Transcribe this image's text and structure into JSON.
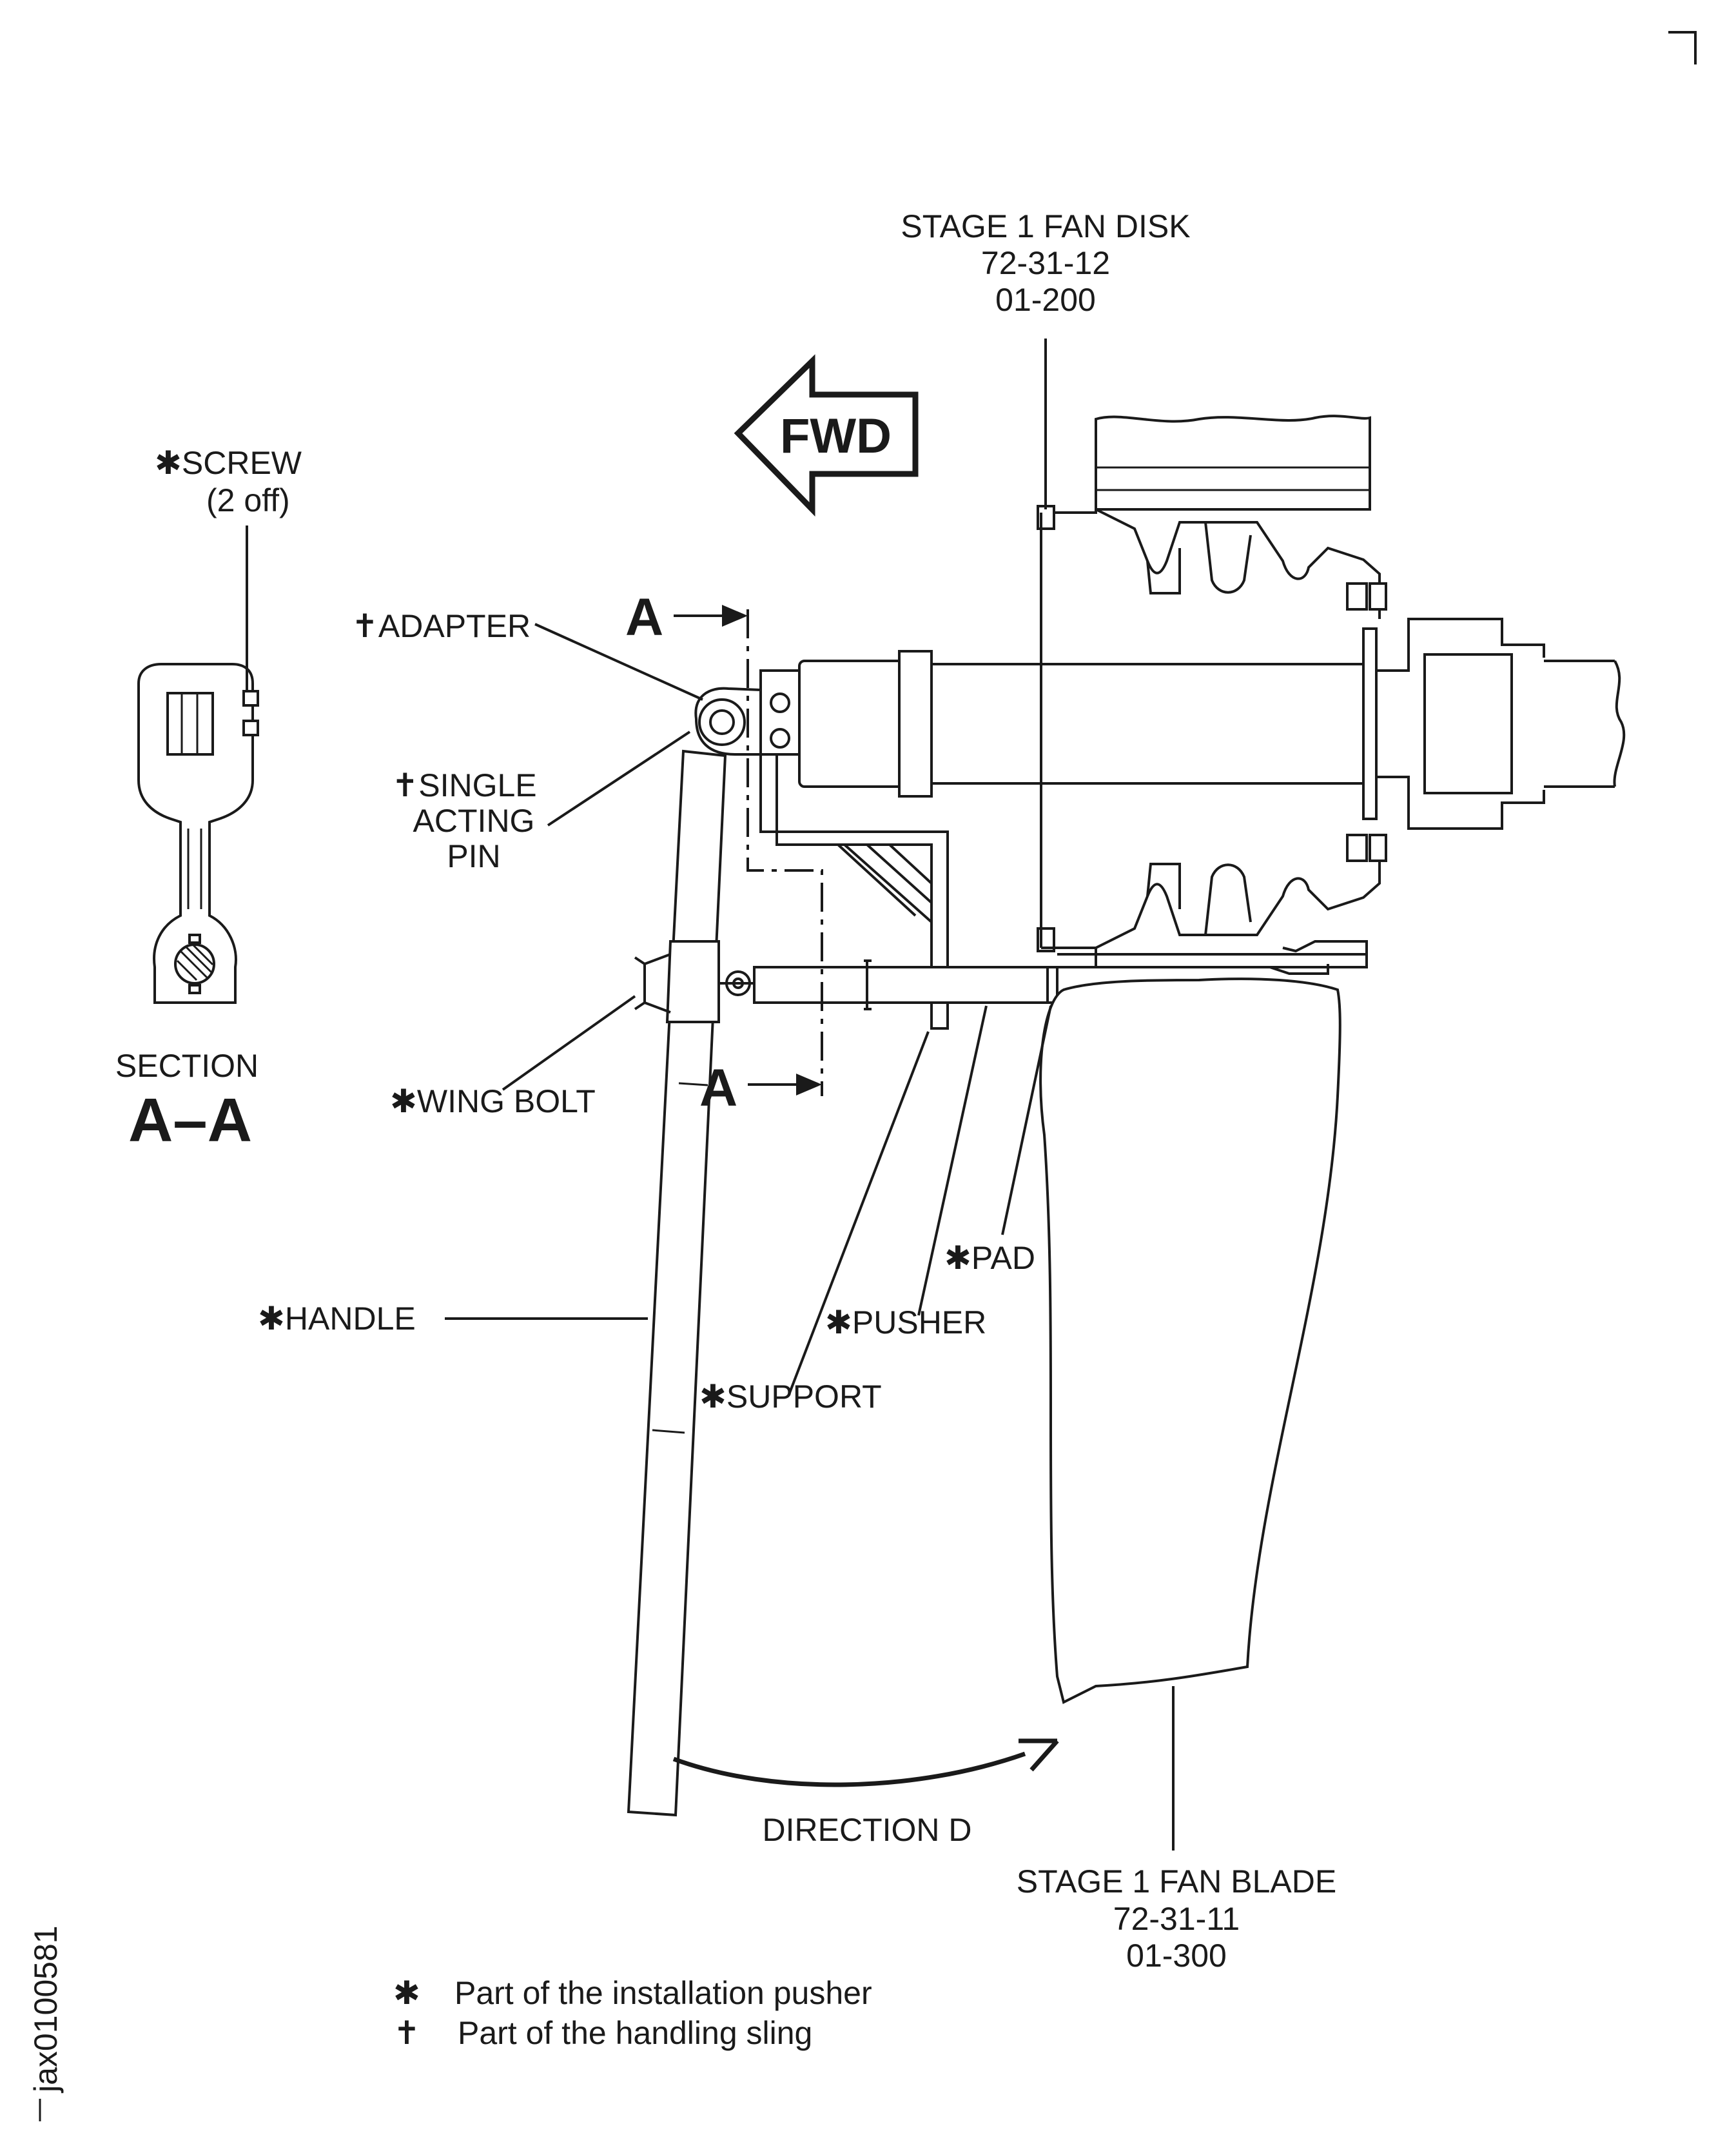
{
  "labels": {
    "fan_disk": [
      "STAGE 1 FAN DISK",
      "72-31-12",
      "01-200"
    ],
    "fan_blade": [
      "STAGE 1 FAN BLADE",
      "72-31-11",
      "01-300"
    ],
    "fwd": "FWD",
    "screw": [
      "✱SCREW",
      "(2 off)"
    ],
    "adapter": "✝ADAPTER",
    "single_acting_pin": [
      "✝SINGLE",
      "ACTING",
      "PIN"
    ],
    "wing_bolt": "✱WING BOLT",
    "handle": "✱HANDLE",
    "support": "✱SUPPORT",
    "pusher": "✱PUSHER",
    "pad": "✱PAD",
    "direction": "DIRECTION D",
    "section_title": "SECTION",
    "section_id": "A–A",
    "section_marker": "A",
    "figure_id": "jax0100581"
  },
  "legend": [
    {
      "symbol": "✱",
      "text": "Part of the installation pusher"
    },
    {
      "symbol": "✝",
      "text": "Part of the handling sling"
    }
  ]
}
